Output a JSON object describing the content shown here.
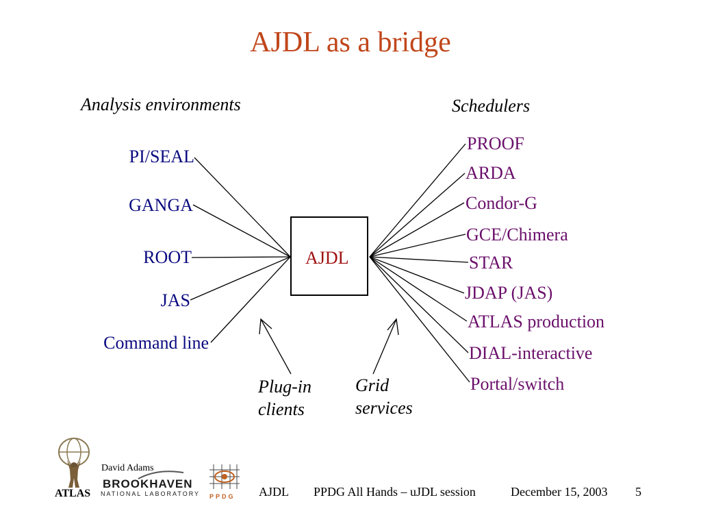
{
  "slide": {
    "title": "AJDL as a bridge"
  },
  "diagram": {
    "left_heading": "Analysis environments",
    "right_heading": "Schedulers",
    "center_label": "AJDL",
    "environments": [
      "PI/SEAL",
      "GANGA",
      "ROOT",
      "JAS",
      "Command line"
    ],
    "schedulers": [
      "PROOF",
      "ARDA",
      "Condor-G",
      "GCE/Chimera",
      "STAR",
      "JDAP (JAS)",
      "ATLAS production",
      "DIAL-interactive",
      "Portal/switch"
    ],
    "left_annotation": [
      "Plug-in",
      "clients"
    ],
    "right_annotation": [
      "Grid",
      "services"
    ],
    "colors": {
      "title": "#c0461a",
      "environments": "#0a0a80",
      "schedulers": "#6a0f6a",
      "center_label": "#a01010"
    }
  },
  "footer": {
    "presenter": "David Adams",
    "atlas_logo_text": "ATLAS",
    "bnl_logo_line1": "BROOKHAVEN",
    "bnl_logo_line2": "NATIONAL LABORATORY",
    "ppdg_logo_text": "PPDG",
    "topic": "AJDL",
    "event": "PPDG All Hands – uJDL session",
    "date": "December 15, 2003",
    "page": "5"
  }
}
